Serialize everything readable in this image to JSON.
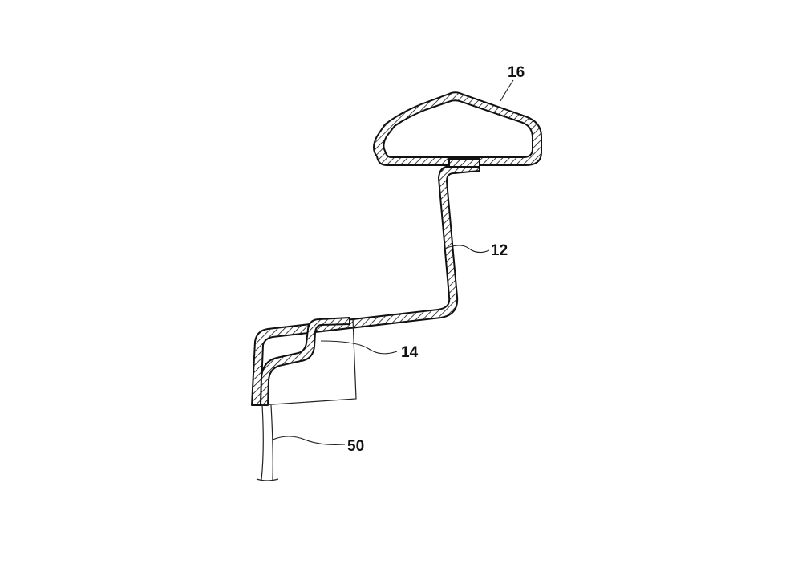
{
  "labels": {
    "part_16": "16",
    "part_12": "12",
    "part_14": "14",
    "part_50": "50"
  },
  "colors": {
    "stroke": "#111111",
    "background": "#ffffff"
  }
}
